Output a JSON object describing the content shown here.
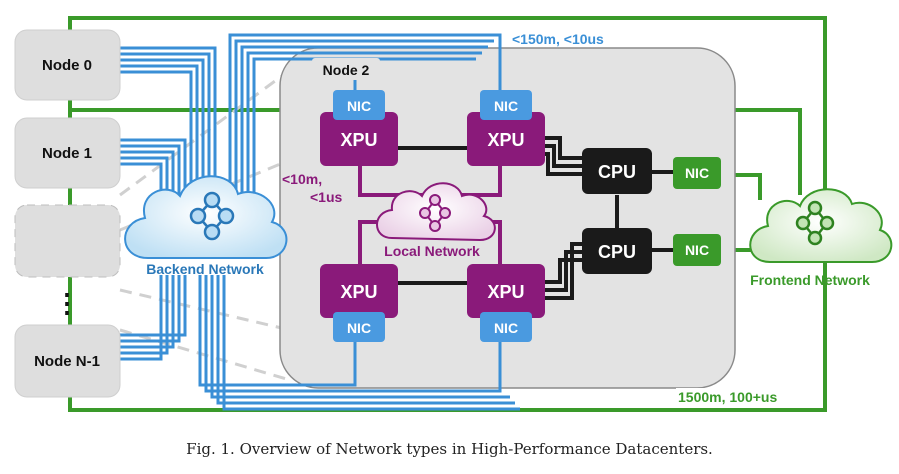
{
  "diagram": {
    "node_0": "Node 0",
    "node_1": "Node 1",
    "node_2": "Node 2",
    "node_n1": "Node N-1",
    "ellipsis": "⋮",
    "xpu": "XPU",
    "cpu": "CPU",
    "nic": "NIC",
    "backend_network": "Backend Network",
    "frontend_network": "Frontend Network",
    "local_network": "Local Network",
    "latency_backend": "<150m, <10us",
    "latency_local_line1": "<10m,",
    "latency_local_line2": "<1us",
    "latency_frontend": "1500m, 100+us"
  },
  "caption": "Fig. 1.  Overview of Network types in High-Performance Datacenters.",
  "colors": {
    "backend": "#3a8fd6",
    "frontend": "#3a9a2a",
    "local": "#8a1a7a",
    "node_gray": "#dedede",
    "cpu": "#1a1a1a"
  }
}
